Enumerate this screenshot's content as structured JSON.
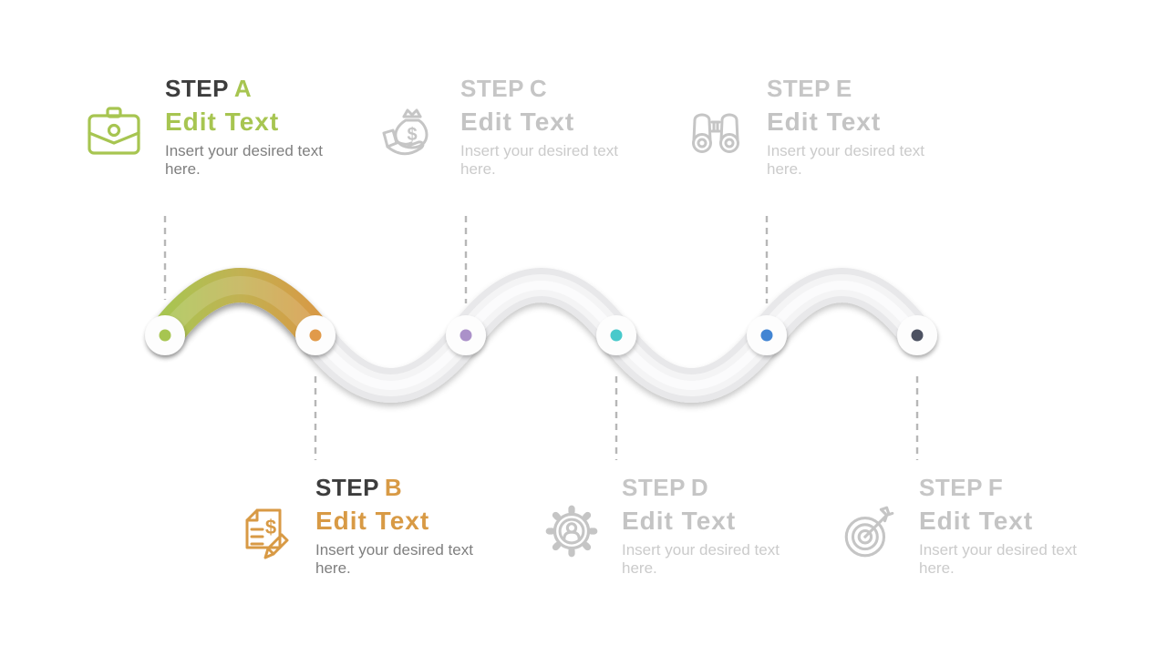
{
  "slide": {
    "background": "#ffffff",
    "type_label": "six-step wave timeline"
  },
  "steps": [
    {
      "label": "STEP",
      "letter": "A",
      "title": "Edit Text",
      "body": "Insert your desired text here.",
      "icon": "briefcase-icon",
      "accent": "#a7c551",
      "label_color": "#3d3d3d",
      "title_color": "#a7c551",
      "body_color": "#7f7f7f",
      "dot_color": "#a7c551"
    },
    {
      "label": "STEP",
      "letter": "B",
      "title": "Edit Text",
      "body": "Insert your desired text here.",
      "icon": "document-pencil-icon",
      "accent": "#d89a45",
      "label_color": "#3d3d3d",
      "title_color": "#d89a45",
      "body_color": "#7f7f7f",
      "dot_color": "#e19a4a"
    },
    {
      "label": "STEP",
      "letter": "C",
      "title": "Edit Text",
      "body": "Insert your desired text here.",
      "icon": "money-bag-hand-icon",
      "accent": "#c5c5c5",
      "label_color": "#c6c6c6",
      "title_color": "#c4c4c4",
      "body_color": "#cbcbcb",
      "dot_color": "#ab91c9"
    },
    {
      "label": "STEP",
      "letter": "D",
      "title": "Edit Text",
      "body": "Insert your desired text here.",
      "icon": "gear-user-icon",
      "accent": "#c5c5c5",
      "label_color": "#c6c6c6",
      "title_color": "#c4c4c4",
      "body_color": "#cbcbcb",
      "dot_color": "#48c9cb"
    },
    {
      "label": "STEP",
      "letter": "E",
      "title": "Edit Text",
      "body": "Insert your desired text here.",
      "icon": "binoculars-icon",
      "accent": "#c5c5c5",
      "label_color": "#c6c6c6",
      "title_color": "#c4c4c4",
      "body_color": "#cbcbcb",
      "dot_color": "#4285d3"
    },
    {
      "label": "STEP",
      "letter": "F",
      "title": "Edit Text",
      "body": "Insert your desired text here.",
      "icon": "target-arrow-icon",
      "accent": "#c5c5c5",
      "label_color": "#c6c6c6",
      "title_color": "#c4c4c4",
      "body_color": "#cbcbcb",
      "dot_color": "#4d5262"
    }
  ],
  "wave": {
    "gradient": [
      "#a8c551",
      "#c2b152",
      "#d79a45"
    ],
    "tube_color": "#e8e8ea",
    "tube_highlight": "#f4f4f5",
    "tube_inner": "#fbfbfc",
    "node_fill": "#fdfdfd",
    "dash_color": "#b7b7b7"
  }
}
